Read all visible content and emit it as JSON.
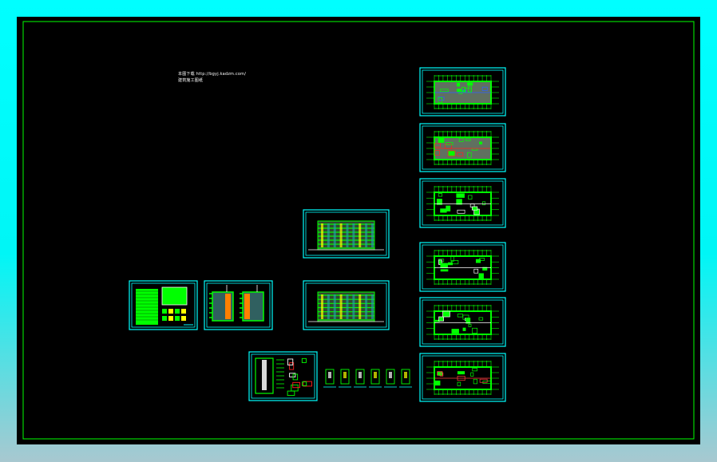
{
  "viewport": {
    "background_color": "#000000",
    "frame_color": "#00ff00",
    "sheet_border_color": "#00ffff",
    "drawing_color": "#00ff00"
  },
  "annotation": {
    "line1": "本图下载 http://bgyj.kadzm.com/",
    "line2": "建筑施工图纸"
  },
  "sheets": [
    {
      "label": "plan-roof",
      "kind": "plan",
      "accent": "#3060ff"
    },
    {
      "label": "plan-ground",
      "kind": "plan",
      "accent": "#ff2020"
    },
    {
      "label": "plan-floor-a",
      "kind": "plan",
      "accent": "#ffffff"
    },
    {
      "label": "plan-floor-b",
      "kind": "plan",
      "accent": "#ffffff"
    },
    {
      "label": "plan-floor-c",
      "kind": "plan",
      "accent": "#ffffff"
    },
    {
      "label": "plan-floor-d",
      "kind": "plan",
      "accent": "#ff4040"
    },
    {
      "label": "elevation-front",
      "kind": "elevation",
      "accent": "#ffff00"
    },
    {
      "label": "elevation-rear",
      "kind": "elevation",
      "accent": "#ffff00"
    },
    {
      "label": "design-notes",
      "kind": "notes",
      "accent": "#ffffff"
    },
    {
      "label": "elevation-sides",
      "kind": "side",
      "accent": "#ff8000"
    },
    {
      "label": "section-details",
      "kind": "section",
      "accent": "#ffffff"
    }
  ]
}
